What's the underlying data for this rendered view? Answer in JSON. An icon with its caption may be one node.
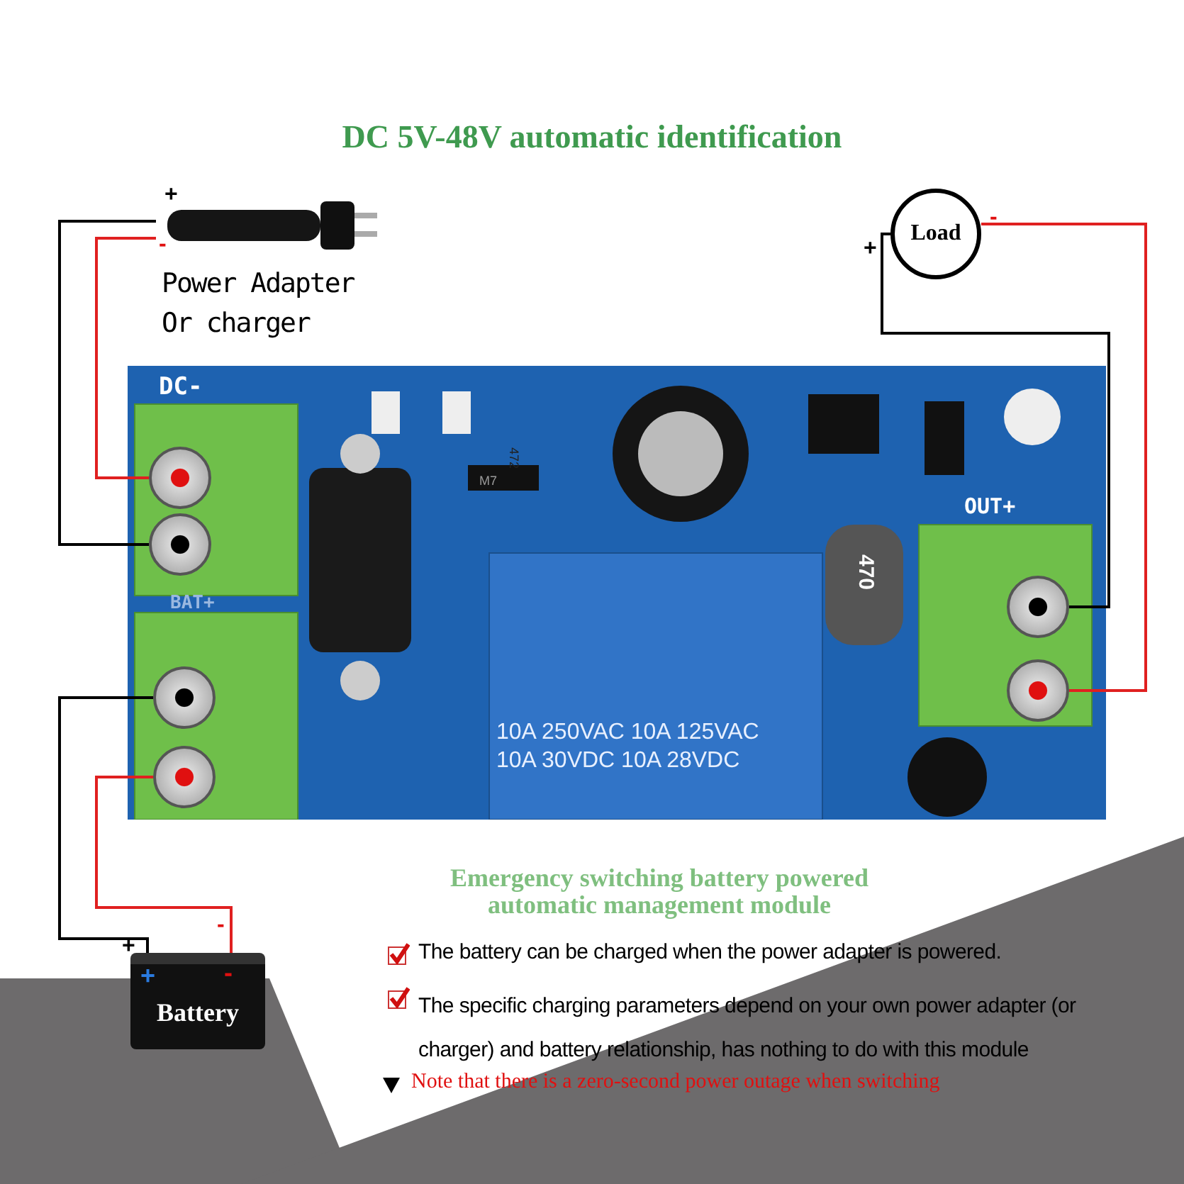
{
  "diagram": {
    "title": "DC 5V-48V automatic identification",
    "nodes": [
      {
        "text": [
          "Power Adapter Or charger"
        ],
        "beside": [
          "+",
          "-"
        ]
      },
      {
        "text": [
          "Load"
        ],
        "beside": [
          "+",
          "-"
        ]
      },
      {
        "text": [],
        "shape": "picture"
      },
      {
        "text": [],
        "shape": "circle",
        "in": 2
      },
      {
        "text": [],
        "shape": "circle",
        "in": 2
      },
      {
        "text": [],
        "shape": "circle",
        "in": 2
      },
      {
        "text": [],
        "shape": "circle",
        "in": 2
      },
      {
        "text": [],
        "shape": "circle",
        "in": 2
      },
      {
        "text": [],
        "shape": "circle",
        "in": 2
      },
      {
        "text": [
          "+",
          "-",
          "Battery"
        ],
        "beside": [
          "+",
          "-"
        ]
      }
    ],
    "edges": [
      {
        "from": 0,
        "to": 4,
        "arrow": "none"
      },
      {
        "from": 0,
        "to": 3,
        "arrow": "none",
        "color": "#e02020"
      },
      {
        "from": 1,
        "to": 5,
        "arrow": "none"
      },
      {
        "from": 1,
        "to": 6,
        "arrow": "none",
        "color": "#e02020"
      },
      {
        "from": 9,
        "to": 7,
        "arrow": "none"
      },
      {
        "from": 9,
        "to": 8,
        "arrow": "none",
        "color": "#e02020"
      }
    ],
    "labels": [
      "DC-",
      "472",
      "M7",
      "470",
      "OUT+",
      "BAT+",
      "10A 250VAC 10A 125VAC",
      "10A 30VDC 10A 28VDC",
      "Emergency switching battery powered automatic management module",
      "The battery can be charged when the power adapter is powered.",
      "The specific charging parameters depend on your own power adapter (or charger) and battery relationship, has nothing to do with this module",
      "Note that there is a zero-second power outage when switching"
    ]
  }
}
